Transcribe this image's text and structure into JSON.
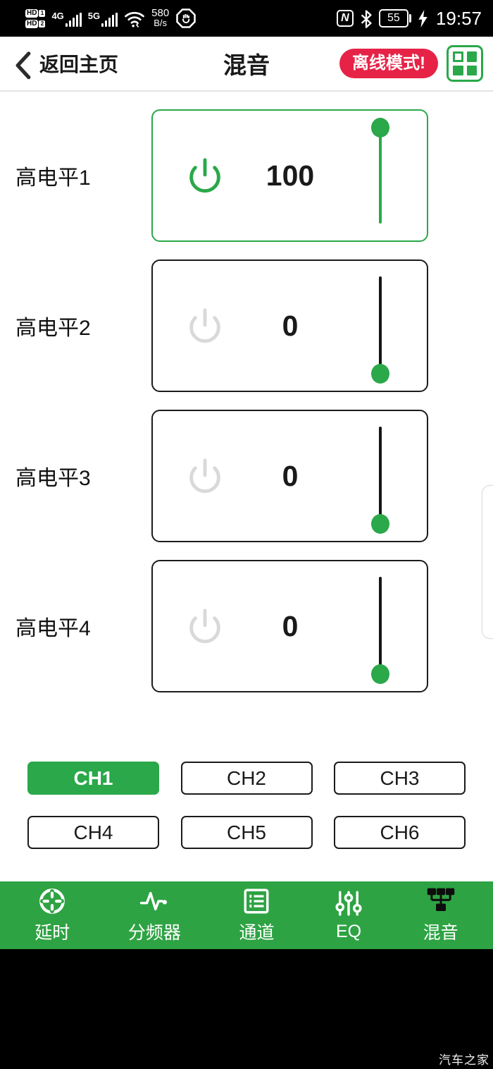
{
  "status_bar": {
    "hd1": "HD",
    "hd1_sub": "1",
    "hd2": "HD",
    "hd2_sub": "2",
    "net_4g": "4G",
    "net_5g": "5G",
    "speed_value": "580",
    "speed_unit": "B/s",
    "nfc": "N",
    "battery_level": "55",
    "time": "19:57"
  },
  "header": {
    "back_label": "返回主页",
    "title": "混音",
    "offline_badge": "离线模式!"
  },
  "channels": [
    {
      "label": "高电平1",
      "value": "100",
      "power_on": true,
      "slider_position": "top"
    },
    {
      "label": "高电平2",
      "value": "0",
      "power_on": false,
      "slider_position": "bottom"
    },
    {
      "label": "高电平3",
      "value": "0",
      "power_on": false,
      "slider_position": "bottom"
    },
    {
      "label": "高电平4",
      "value": "0",
      "power_on": false,
      "slider_position": "bottom"
    }
  ],
  "channel_buttons": [
    {
      "label": "CH1",
      "active": true
    },
    {
      "label": "CH2",
      "active": false
    },
    {
      "label": "CH3",
      "active": false
    },
    {
      "label": "CH4",
      "active": false
    },
    {
      "label": "CH5",
      "active": false
    },
    {
      "label": "CH6",
      "active": false
    }
  ],
  "bottom_nav": [
    {
      "label": "延时",
      "icon": "timer-icon",
      "active": false
    },
    {
      "label": "分频器",
      "icon": "waveform-icon",
      "active": false
    },
    {
      "label": "通道",
      "icon": "channel-list-icon",
      "active": false
    },
    {
      "label": "EQ",
      "icon": "eq-sliders-icon",
      "active": false
    },
    {
      "label": "混音",
      "icon": "mixer-tree-icon",
      "active": true
    }
  ],
  "watermark": "汽车之家",
  "colors": {
    "green": "#2aa84a",
    "nav_green": "#2ea343",
    "red": "#e62347",
    "power_off_gray": "#d9d9d9",
    "card_border": "#1b1b1b"
  }
}
